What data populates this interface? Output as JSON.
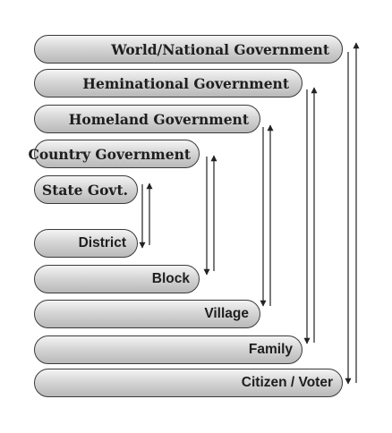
{
  "upper_levels": [
    {
      "label": "World/National Government"
    },
    {
      "label": "Heminational Government"
    },
    {
      "label": "Homeland Government"
    },
    {
      "label": "Country Government"
    },
    {
      "label": "State Govt."
    }
  ],
  "lower_levels": [
    {
      "label": "District"
    },
    {
      "label": "Block"
    },
    {
      "label": "Village"
    },
    {
      "label": "Family"
    },
    {
      "label": "Citizen / Voter"
    }
  ],
  "colors": {
    "stroke": "#3a3a3a",
    "arrow": "#222222"
  }
}
